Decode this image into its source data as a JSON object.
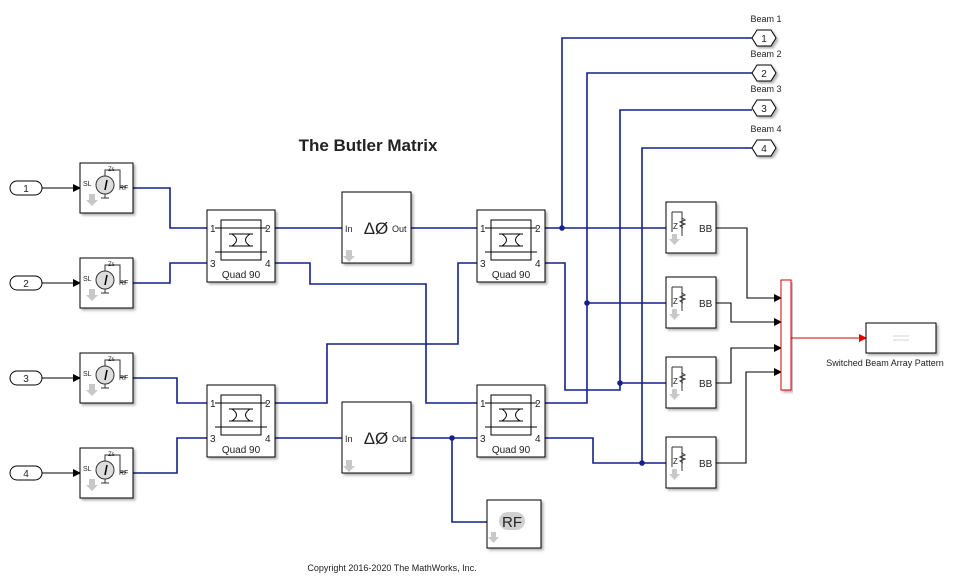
{
  "title": "The Butler Matrix",
  "copyright": "Copyright 2016-2020 The MathWorks, Inc.",
  "inports": [
    "1",
    "2",
    "3",
    "4"
  ],
  "source_block": {
    "port_in": "SL",
    "port_out": "RF",
    "impedance": "Zs"
  },
  "couplers": [
    {
      "label": "Quad 90",
      "ports": [
        "1",
        "2",
        "3",
        "4"
      ]
    },
    {
      "label": "Quad 90",
      "ports": [
        "1",
        "2",
        "3",
        "4"
      ]
    },
    {
      "label": "Quad 90",
      "ports": [
        "1",
        "2",
        "3",
        "4"
      ]
    },
    {
      "label": "Quad 90",
      "ports": [
        "1",
        "2",
        "3",
        "4"
      ]
    }
  ],
  "phase_shift": {
    "in": "In",
    "out": "Out",
    "symbol": "ΔØ"
  },
  "rf_block": {
    "label": "RF"
  },
  "bb_block": {
    "label": "BB",
    "symbol": "ZL"
  },
  "outports": [
    {
      "num": "1",
      "name": "Beam 1"
    },
    {
      "num": "2",
      "name": "Beam 2"
    },
    {
      "num": "3",
      "name": "Beam 3"
    },
    {
      "num": "4",
      "name": "Beam 4"
    }
  ],
  "scope": {
    "label": "Switched Beam Array Pattern"
  },
  "colors": {
    "rf_wire": "#14218c",
    "signal_wire": "#000000",
    "mux_wire": "#e00000"
  }
}
